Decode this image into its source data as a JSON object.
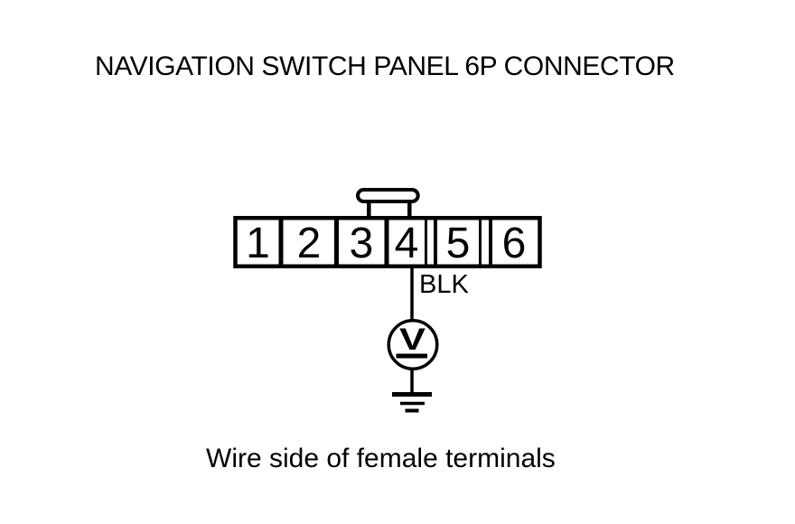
{
  "title": "NAVIGATION SWITCH PANEL 6P CONNECTOR",
  "connector": {
    "pins": [
      "1",
      "2",
      "3",
      "4",
      "5",
      "6"
    ]
  },
  "wire": {
    "color_label": "BLK"
  },
  "meter": {
    "label": "V"
  },
  "ground": {
    "symbol": "earth-ground"
  },
  "caption": "Wire side of female terminals",
  "colors": {
    "line": "#000000",
    "background": "#ffffff"
  }
}
